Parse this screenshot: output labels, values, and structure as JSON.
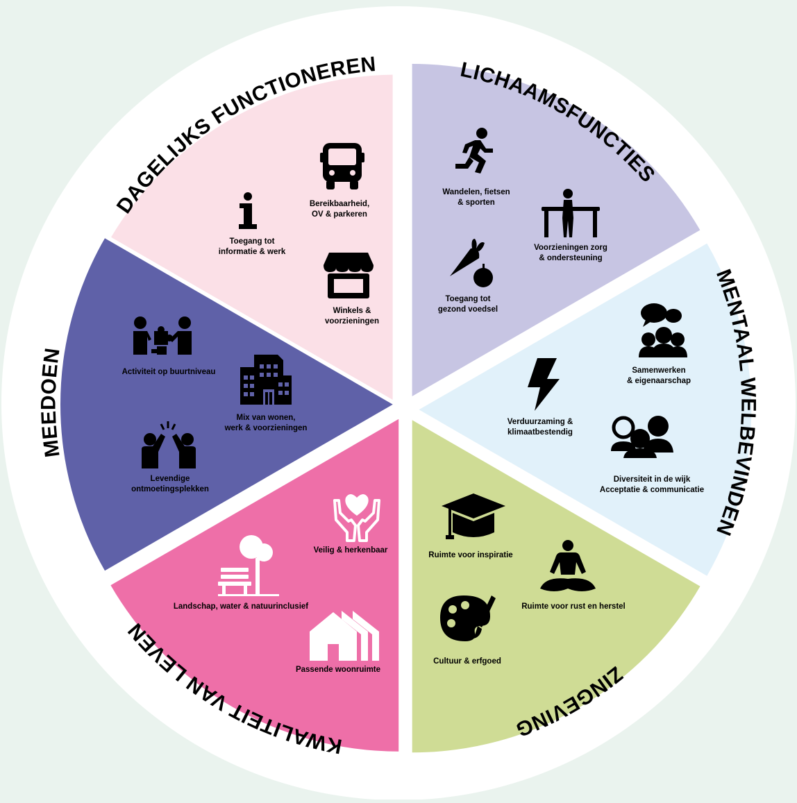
{
  "segments": [
    {
      "name": "Dagelijks functioneren",
      "title": "DAGELIJKS FUNCTIONEREN",
      "color": "#fbe0e7",
      "items": [
        {
          "icon": "bus-icon",
          "label_lines": [
            "Bereikbaarheid,",
            "OV & parkeren"
          ]
        },
        {
          "icon": "info-icon",
          "label_lines": [
            "Toegang tot",
            "informatie & werk"
          ]
        },
        {
          "icon": "shop-icon",
          "label_lines": [
            "Winkels &",
            "voorzieningen"
          ]
        }
      ]
    },
    {
      "name": "Lichaamsfuncties",
      "title": "LICHAAMSFUNCTIES",
      "color": "#c7c5e3",
      "items": [
        {
          "icon": "running-person-icon",
          "label_lines": [
            "Wandelen, fietsen",
            "& sporten"
          ]
        },
        {
          "icon": "rehabilitation-bars-icon",
          "label_lines": [
            "Voorzieningen zorg",
            "& ondersteuning"
          ]
        },
        {
          "icon": "carrot-apple-icon",
          "label_lines": [
            "Toegang tot",
            "gezond voedsel"
          ]
        }
      ]
    },
    {
      "name": "Mentaal welbevinden",
      "title": "MENTAAL WELBEVINDEN",
      "color": "#e1f1fa",
      "items": [
        {
          "icon": "people-talking-icon",
          "label_lines": [
            "Samenwerken",
            "& eigenaarschap"
          ]
        },
        {
          "icon": "lightning-bolt-icon",
          "label_lines": [
            "Verduurzaming &",
            "klimaatbestendig"
          ]
        },
        {
          "icon": "diverse-people-icon",
          "label_lines": [
            "Diversiteit in de wijk",
            "Acceptatie & communicatie"
          ]
        }
      ]
    },
    {
      "name": "Zingeving",
      "title": "ZINGEVING",
      "color": "#cfdc95",
      "items": [
        {
          "icon": "graduation-cap-icon",
          "label_lines": [
            "Ruimte voor inspiratie"
          ]
        },
        {
          "icon": "meditation-icon",
          "label_lines": [
            "Ruimte voor rust en herstel"
          ]
        },
        {
          "icon": "palette-icon",
          "label_lines": [
            "Cultuur & erfgoed"
          ]
        }
      ]
    },
    {
      "name": "Kwaliteit van leven",
      "title": "KWALITEIT VAN LEVEN",
      "color": "#ee6fa8",
      "items": [
        {
          "icon": "hands-heart-icon",
          "label_lines": [
            "Veilig & herkenbaar"
          ]
        },
        {
          "icon": "park-bench-tree-icon",
          "label_lines": [
            "Landschap, water & natuurinclusief"
          ]
        },
        {
          "icon": "houses-icon",
          "label_lines": [
            "Passende woonruimte"
          ]
        }
      ]
    },
    {
      "name": "Meedoen",
      "title": "MEEDOEN",
      "color": "#5f61a8",
      "items": [
        {
          "icon": "people-puzzle-icon",
          "label_lines": [
            "Activiteit op buurtniveau"
          ]
        },
        {
          "icon": "buildings-icon",
          "label_lines": [
            "Mix van wonen,",
            "werk & voorzieningen"
          ]
        },
        {
          "icon": "high-five-icon",
          "label_lines": [
            "Levendige",
            "ontmoetingsplekken"
          ]
        }
      ]
    }
  ]
}
